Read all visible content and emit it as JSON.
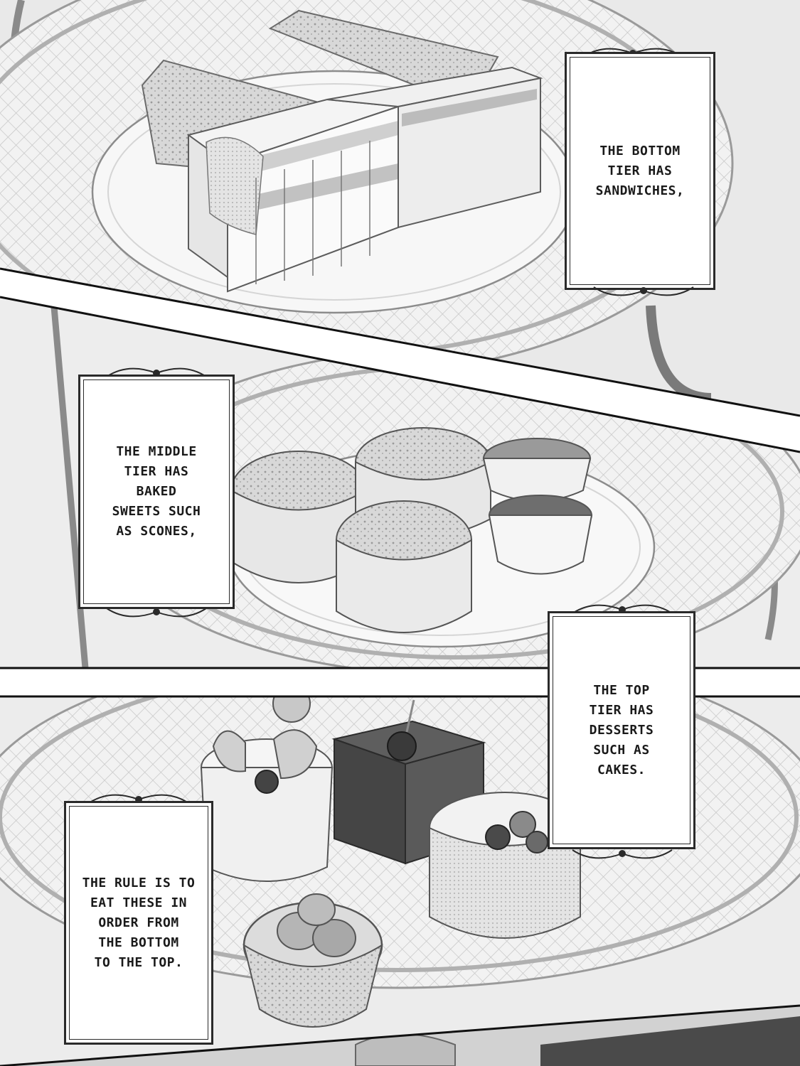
{
  "panels": [
    {
      "id": "panel-1",
      "depicts": "sandwiches",
      "caption": "THE BOTTOM\nTIER HAS\nSANDWICHES,"
    },
    {
      "id": "panel-2",
      "depicts": "scones",
      "caption": "THE MIDDLE\nTIER HAS\nBAKED\nSWEETS SUCH\nAS SCONES,"
    },
    {
      "id": "panel-3",
      "depicts": "cakes",
      "caption_top": "THE TOP\nTIER HAS\nDESSERTS\nSUCH AS\nCAKES.",
      "caption_bottom": "THE RULE IS TO\nEAT THESE IN\nORDER FROM\nTHE BOTTOM\nTO THE TOP."
    }
  ],
  "colors": {
    "ink": "#1a1a1a",
    "paper": "#ffffff",
    "plate": "#efefef",
    "lattice": "#cfcfcf",
    "screentone": "#bdbdbd",
    "dark_cake": "#4a4a4a"
  }
}
